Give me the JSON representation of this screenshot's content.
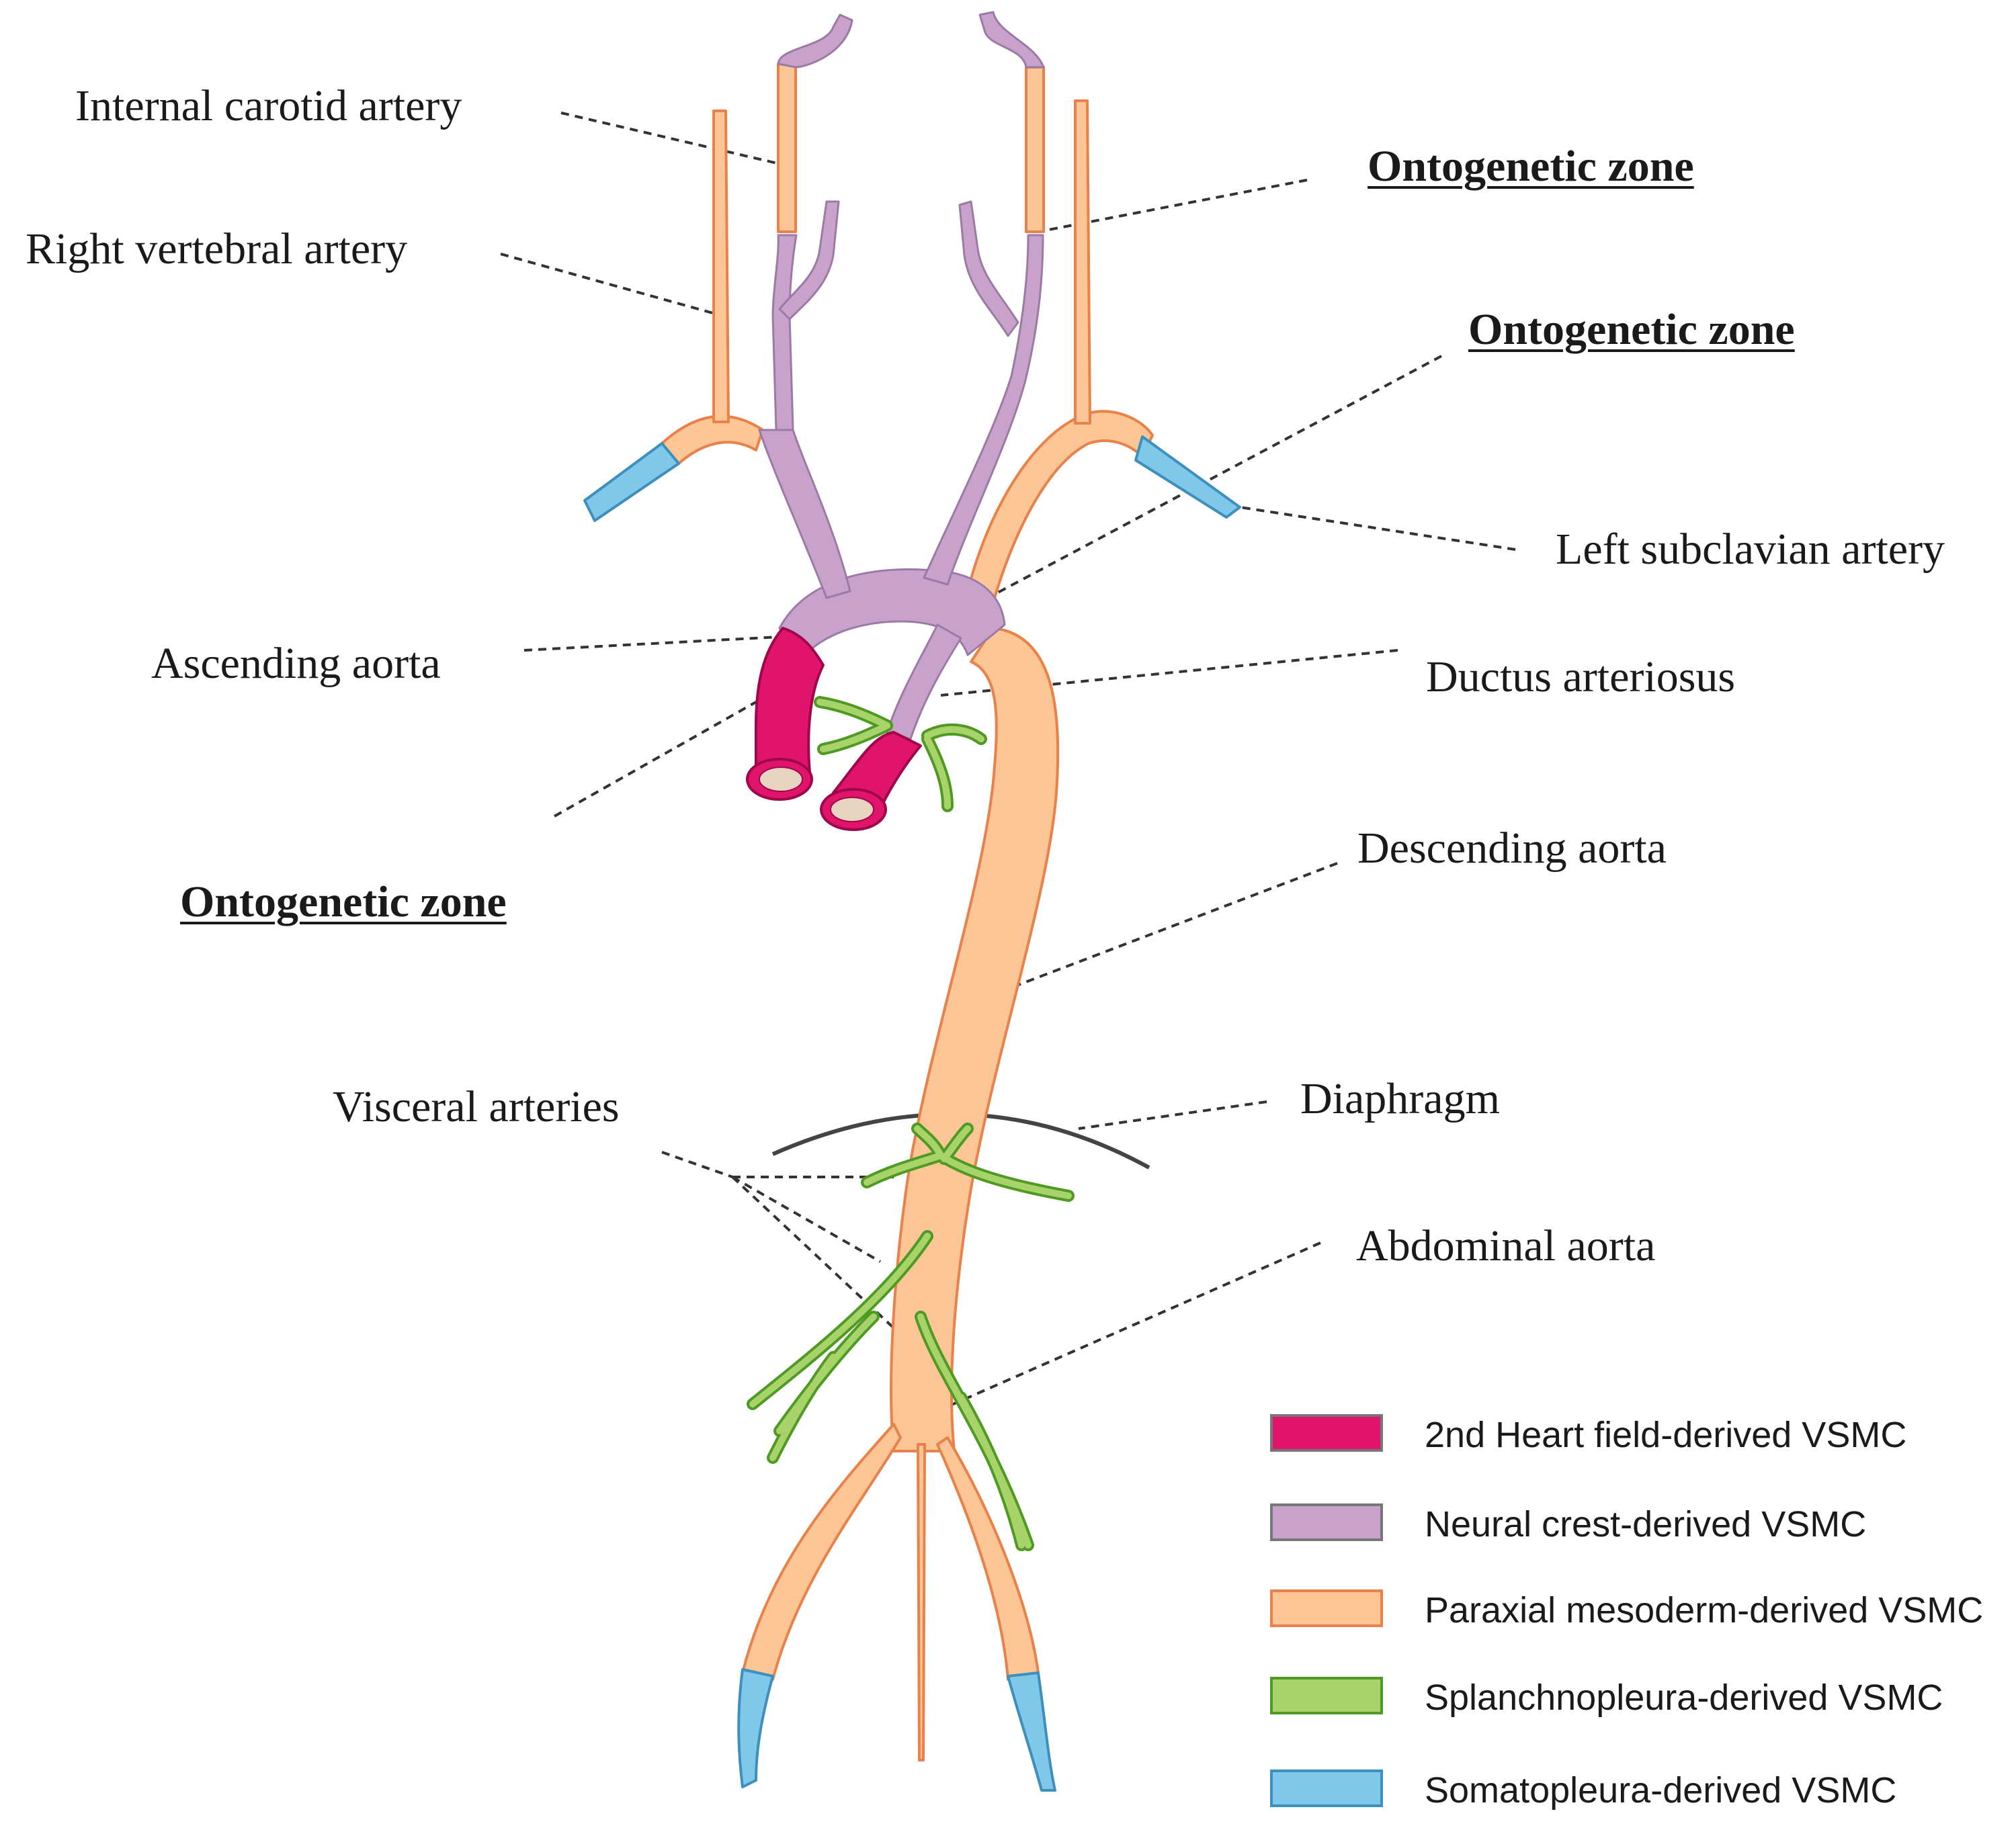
{
  "labels": {
    "internal_carotid": "Internal carotid artery",
    "right_vertebral": "Right vertebral artery",
    "ontogenetic_zone_1": "Ontogenetic zone",
    "ontogenetic_zone_2": "Ontogenetic zone",
    "ontogenetic_zone_3": "Ontogenetic zone",
    "left_subclavian": "Left subclavian artery",
    "ascending_aorta": "Ascending aorta",
    "ductus_arteriosus": "Ductus arteriosus",
    "descending_aorta": "Descending aorta",
    "visceral_arteries": "Visceral arteries",
    "diaphragm": "Diaphragm",
    "abdominal_aorta": "Abdominal aorta"
  },
  "legend": [
    {
      "label": "2nd Heart field-derived VSMC",
      "color": "#e0146a"
    },
    {
      "label": "Neural crest-derived VSMC",
      "color": "#c9a2cc"
    },
    {
      "label": "Paraxial mesoderm-derived VSMC",
      "color": "#fbc596"
    },
    {
      "label": "Splanchnopleura-derived VSMC",
      "color": "#a8d36a"
    },
    {
      "label": "Somatopleura-derived VSMC",
      "color": "#7fc8ea"
    }
  ],
  "colors": {
    "heart": "#e0146a",
    "neural_crest": "#c9a2cc",
    "paraxial": "#fbc596",
    "splanchnopleura": "#a8d36a",
    "somatopleura": "#7fc8ea",
    "outline_orange": "#e8824a",
    "outline_green": "#4e9a22",
    "leader_line": "#333333",
    "diaphragm": "#444444"
  }
}
